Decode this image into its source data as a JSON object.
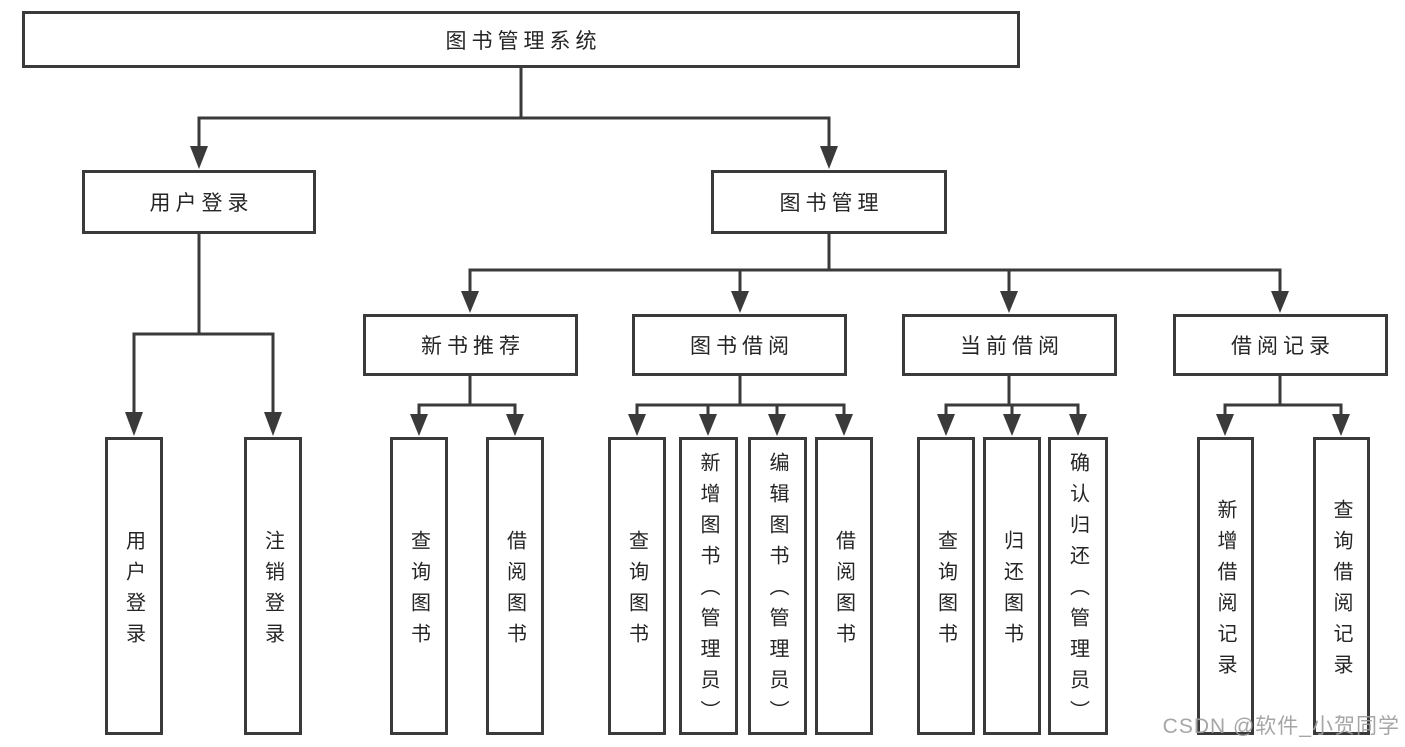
{
  "tree": {
    "root": {
      "label": "图书管理系统",
      "children": [
        {
          "label": "用户登录",
          "children": [
            {
              "label": "用户登录"
            },
            {
              "label": "注销登录"
            }
          ]
        },
        {
          "label": "图书管理",
          "children": [
            {
              "label": "新书推荐",
              "children": [
                {
                  "label": "查询图书"
                },
                {
                  "label": "借阅图书"
                }
              ]
            },
            {
              "label": "图书借阅",
              "children": [
                {
                  "label": "查询图书"
                },
                {
                  "label": "新增图书（管理员）"
                },
                {
                  "label": "编辑图书（管理员）"
                },
                {
                  "label": "借阅图书"
                }
              ]
            },
            {
              "label": "当前借阅",
              "children": [
                {
                  "label": "查询图书"
                },
                {
                  "label": "归还图书"
                },
                {
                  "label": "确认归还（管理员）"
                }
              ]
            },
            {
              "label": "借阅记录",
              "children": [
                {
                  "label": "新增借阅记录"
                },
                {
                  "label": "查询借阅记录"
                }
              ]
            }
          ]
        }
      ]
    }
  },
  "watermark": {
    "text": "CSDN @软件_小贺同学"
  },
  "colors": {
    "line": "#3a3a3a",
    "text": "#252525",
    "watermark": "#9e9e9e",
    "background": "#ffffff"
  }
}
